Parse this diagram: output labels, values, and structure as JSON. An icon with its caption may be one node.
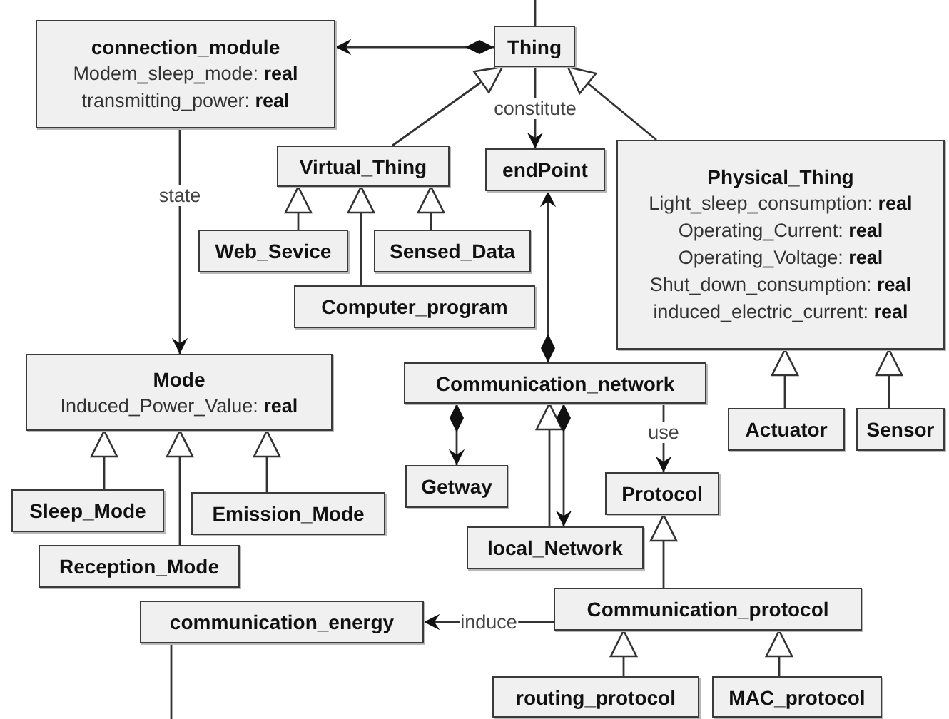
{
  "diagram": {
    "nodes": [
      {
        "text": [
          "connection_module",
          "Modem_sleep_mode: **real**",
          "transmitting_power: **real**"
        ]
      },
      {
        "text": [
          "Thing"
        ]
      },
      {
        "text": [
          "Virtual_Thing"
        ]
      },
      {
        "text": [
          "endPoint"
        ]
      },
      {
        "text": [
          "Physical_Thing",
          "Light_sleep_consumption: **real**",
          "Operating_Current: **real**",
          "Operating_Voltage: **real**",
          "Shut_down_consumption: **real**",
          "induced_electric_current: **real**"
        ]
      },
      {
        "text": [
          "Web_Sevice"
        ]
      },
      {
        "text": [
          "Sensed_Data"
        ]
      },
      {
        "text": [
          "Computer_program"
        ]
      },
      {
        "text": [
          "Mode",
          "Induced_Power_Value: **real**"
        ]
      },
      {
        "text": [
          "Communication_network"
        ]
      },
      {
        "text": [
          "Actuator"
        ]
      },
      {
        "text": [
          "Sensor"
        ]
      },
      {
        "text": [
          "Getway"
        ]
      },
      {
        "text": [
          "Protocol"
        ]
      },
      {
        "text": [
          "Sleep_Mode"
        ]
      },
      {
        "text": [
          "Emission_Mode"
        ]
      },
      {
        "text": [
          "local_Network"
        ]
      },
      {
        "text": [
          "Reception_Mode"
        ]
      },
      {
        "text": [
          "communication_energy"
        ]
      },
      {
        "text": [
          "Communication_protocol"
        ]
      },
      {
        "text": [
          "routing_protocol"
        ]
      },
      {
        "text": [
          "MAC_protocol"
        ]
      }
    ],
    "edges": [
      {
        "from": 1,
        "to": 0,
        "arrow": "to"
      },
      {
        "from": 1,
        "to": null,
        "arrow": "none"
      },
      {
        "from": 2,
        "to": 1,
        "arrow": "to"
      },
      {
        "from": 1,
        "to": 3,
        "arrow": "to",
        "label": "constitute"
      },
      {
        "from": 4,
        "to": 1,
        "arrow": "to"
      },
      {
        "from": 0,
        "to": 8,
        "arrow": "to",
        "label": "state"
      },
      {
        "from": 5,
        "to": 2,
        "arrow": "to"
      },
      {
        "from": 6,
        "to": 2,
        "arrow": "to"
      },
      {
        "from": 7,
        "to": 2,
        "arrow": "to"
      },
      {
        "from": 9,
        "to": 3,
        "arrow": "to"
      },
      {
        "from": 10,
        "to": 4,
        "arrow": "to"
      },
      {
        "from": 11,
        "to": 4,
        "arrow": "to"
      },
      {
        "from": 14,
        "to": 8,
        "arrow": "to"
      },
      {
        "from": 17,
        "to": 8,
        "arrow": "to"
      },
      {
        "from": 15,
        "to": 8,
        "arrow": "to"
      },
      {
        "from": 9,
        "to": 12,
        "arrow": "to"
      },
      {
        "from": 16,
        "to": 9,
        "arrow": "to"
      },
      {
        "from": 9,
        "to": 16,
        "arrow": "to"
      },
      {
        "from": 9,
        "to": 13,
        "arrow": "to",
        "label": "use"
      },
      {
        "from": 19,
        "to": 13,
        "arrow": "to"
      },
      {
        "from": 19,
        "to": 18,
        "arrow": "to",
        "label": "induce"
      },
      {
        "from": 20,
        "to": 19,
        "arrow": "to"
      },
      {
        "from": 21,
        "to": 19,
        "arrow": "to"
      },
      {
        "from": 18,
        "to": null,
        "arrow": "none"
      }
    ]
  }
}
